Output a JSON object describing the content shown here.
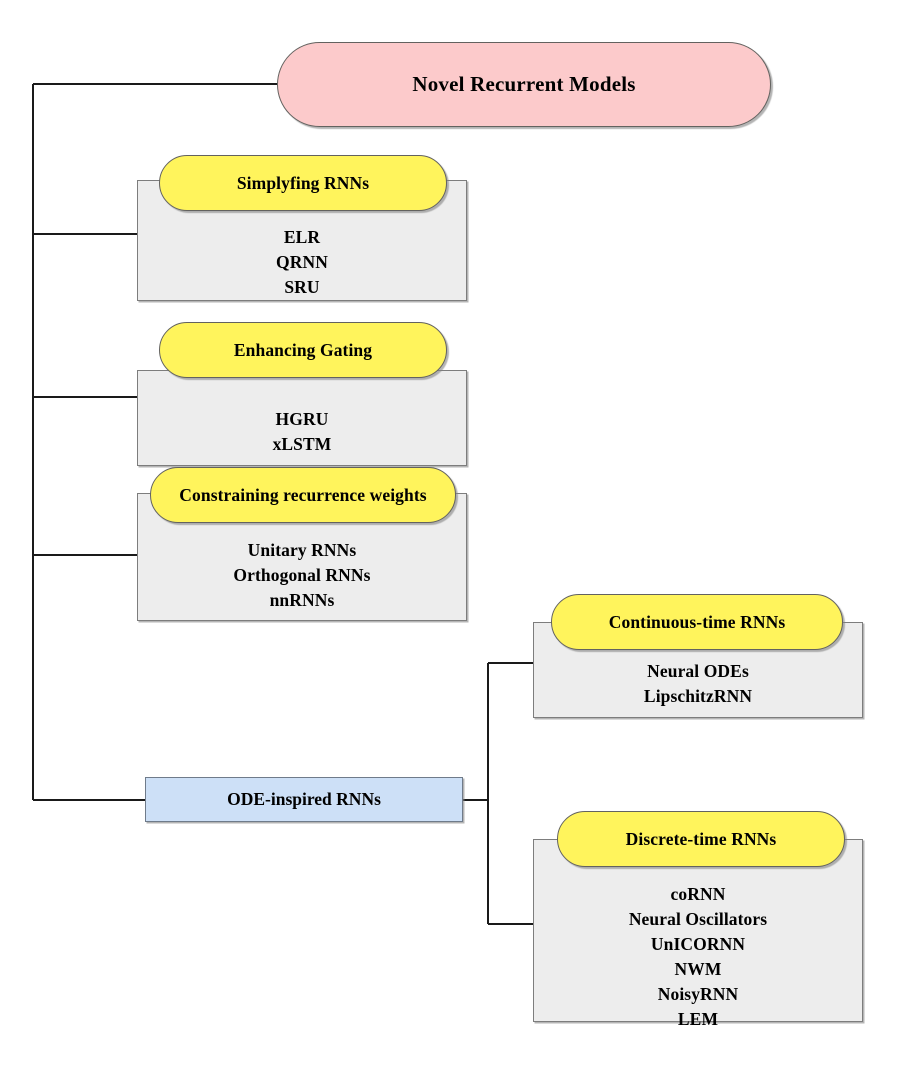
{
  "diagram": {
    "title": "Novel Recurrent Models",
    "root": {
      "label": "Novel Recurrent Models",
      "color": "#fccacb"
    },
    "colors": {
      "root_fill": "#fccacb",
      "category_fill": "#fff45c",
      "panel_fill": "#ededed",
      "ode_fill": "#cde0f7",
      "stroke": "#63625f",
      "connector": "#1a1a1a"
    },
    "branches": [
      {
        "id": "simplyfing-rnns",
        "label": "Simplyfing RNNs",
        "items": [
          "ELR",
          "QRNN",
          "SRU"
        ]
      },
      {
        "id": "enhancing-gating",
        "label": "Enhancing Gating",
        "items": [
          "HGRU",
          "xLSTM"
        ]
      },
      {
        "id": "constraining-recurrence-weights",
        "label": "Constraining recurrence weights",
        "items": [
          "Unitary RNNs",
          "Orthogonal RNNs",
          "nnRNNs"
        ]
      }
    ],
    "ode": {
      "id": "ode-inspired-rnns",
      "label": "ODE-inspired RNNs",
      "children": [
        {
          "id": "continuous-time-rnns",
          "label": "Continuous-time RNNs",
          "items": [
            "Neural ODEs",
            "LipschitzRNN"
          ]
        },
        {
          "id": "discrete-time-rnns",
          "label": "Discrete-time RNNs",
          "items": [
            "coRNN",
            "Neural Oscillators",
            "UnICORNN",
            "NWM",
            "NoisyRNN",
            "LEM"
          ]
        }
      ]
    }
  }
}
